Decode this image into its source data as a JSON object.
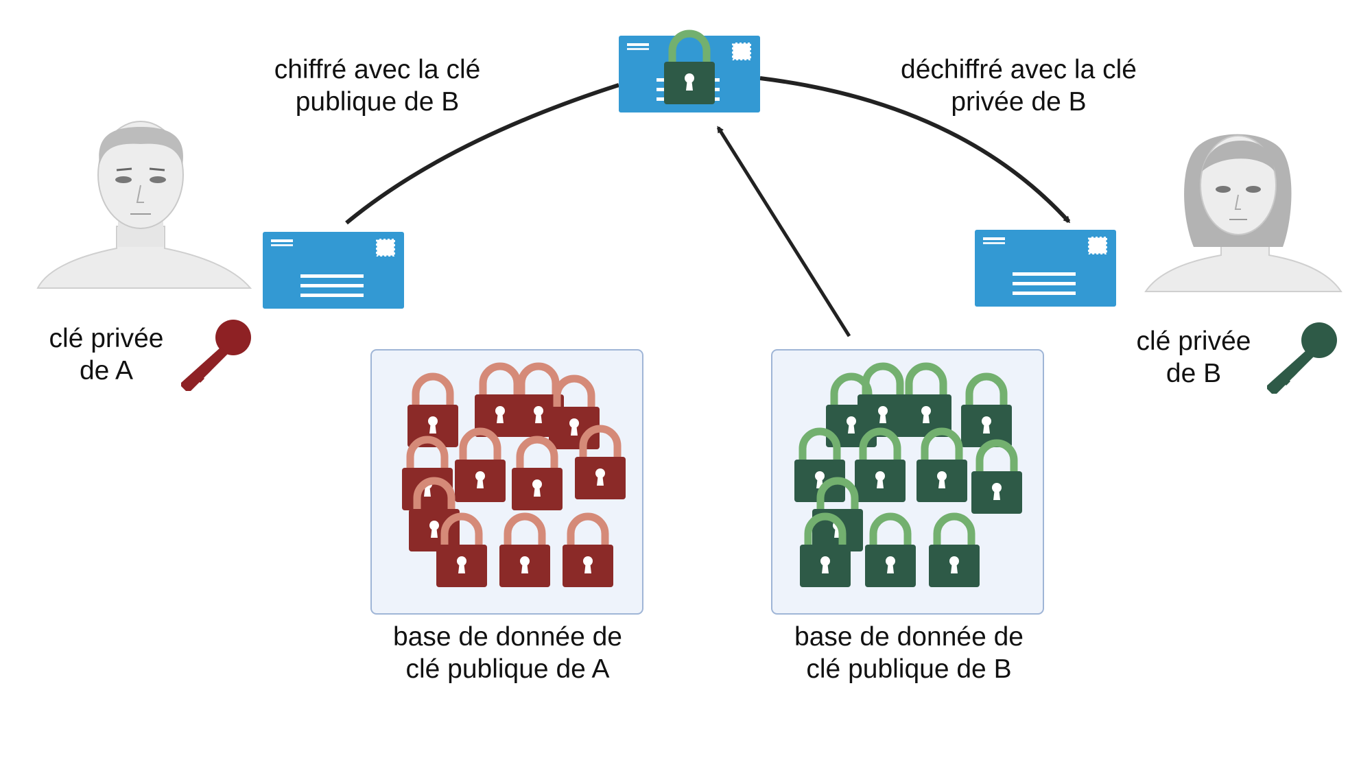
{
  "labels": {
    "encrypted": {
      "line1": "chiffré avec la clé",
      "line2": "publique de B"
    },
    "decrypted": {
      "line1": "déchiffré avec la clé",
      "line2": "privée de B"
    },
    "private_key_a": {
      "line1": "clé privée",
      "line2": "de A"
    },
    "private_key_b": {
      "line1": "clé privée",
      "line2": "de B"
    },
    "database_a": {
      "line1": "base de donnée de",
      "line2": "clé publique de A"
    },
    "database_b": {
      "line1": "base de donnée de",
      "line2": "clé publique de B"
    }
  },
  "colors": {
    "envelope": "#3399d3",
    "envelope_mark": "#ffffff",
    "red_lock_body": "#8b2a28",
    "red_lock_shackle": "#d58a78",
    "green_lock_body": "#2e5a47",
    "green_lock_shackle": "#73b06f",
    "red_key": "#8e2124",
    "green_key": "#2e5a47",
    "database_bg": "#eef3fb",
    "database_border": "#9fb5d6",
    "arrow": "#222222",
    "person_skin": "#eeeeee"
  },
  "icons": [
    "man-avatar-icon",
    "woman-avatar-icon",
    "envelope-icon",
    "padlock-icon",
    "key-icon",
    "arrow-icon"
  ]
}
